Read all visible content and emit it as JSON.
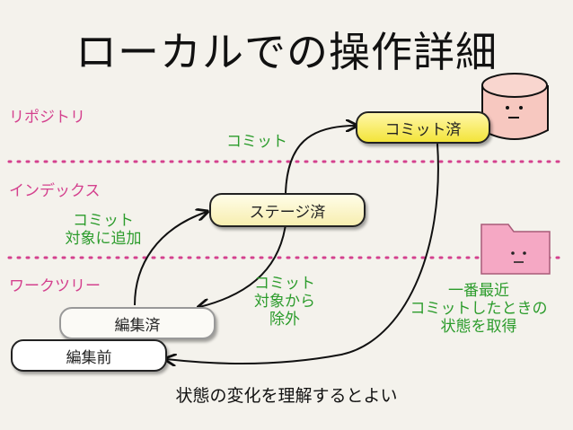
{
  "title": "ローカルでの操作詳細",
  "areas": {
    "repository": "リポジトリ",
    "index": "インデックス",
    "worktree": "ワークツリー"
  },
  "states": {
    "committed": "コミット済",
    "staged": "ステージ済",
    "edited": "編集済",
    "before_edit": "編集前"
  },
  "labels": {
    "commit": "コミット",
    "add_to_commit": [
      "コミット",
      "対象に追加"
    ],
    "remove_from_commit": [
      "コミット",
      "対象から",
      "除外"
    ],
    "get_latest": [
      "一番最近",
      "コミットしたときの",
      "状態を取得"
    ]
  },
  "caption": "状態の変化を理解するとよい",
  "colors": {
    "area_label": "#d4418e",
    "action_label": "#2c9c2c",
    "separator": "#d4418e",
    "committed_pill": "#f3e43a",
    "staged_pill": "#f7eeb0",
    "repo_icon": "#f7c8c0",
    "folder_icon": "#f5a8c4"
  },
  "icons": {
    "repository": "database-cylinder-face-icon",
    "worktree": "folder-face-icon"
  }
}
